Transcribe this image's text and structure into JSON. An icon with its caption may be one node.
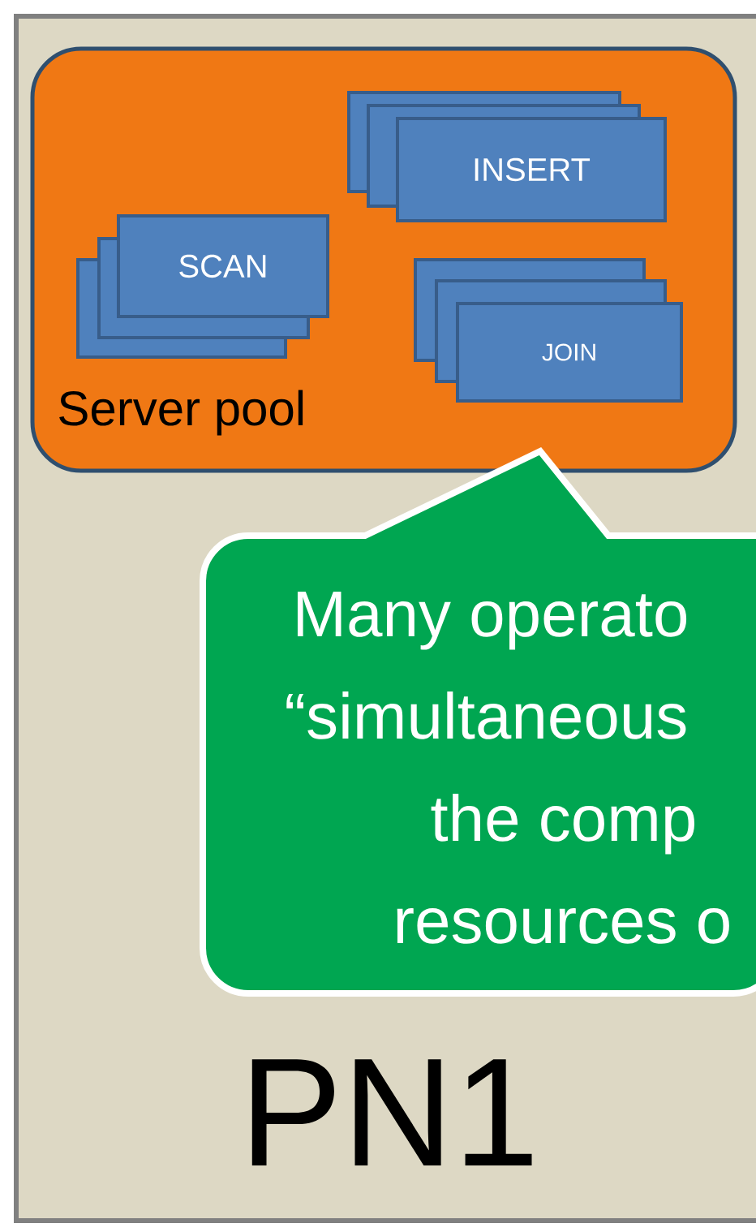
{
  "diagram": {
    "nodes": [
      {
        "text": [
          "PN1"
        ]
      },
      {
        "text": [
          "Server pool"
        ],
        "in": 0
      },
      {
        "text": [
          "INSERT"
        ],
        "in": 1
      },
      {
        "text": [
          "SCAN"
        ],
        "in": 1
      },
      {
        "text": [
          "JOIN"
        ],
        "in": 1
      },
      {
        "text": [
          "Many operato",
          "“simultaneous",
          "the comp",
          "resources o"
        ],
        "in": 0
      }
    ]
  }
}
